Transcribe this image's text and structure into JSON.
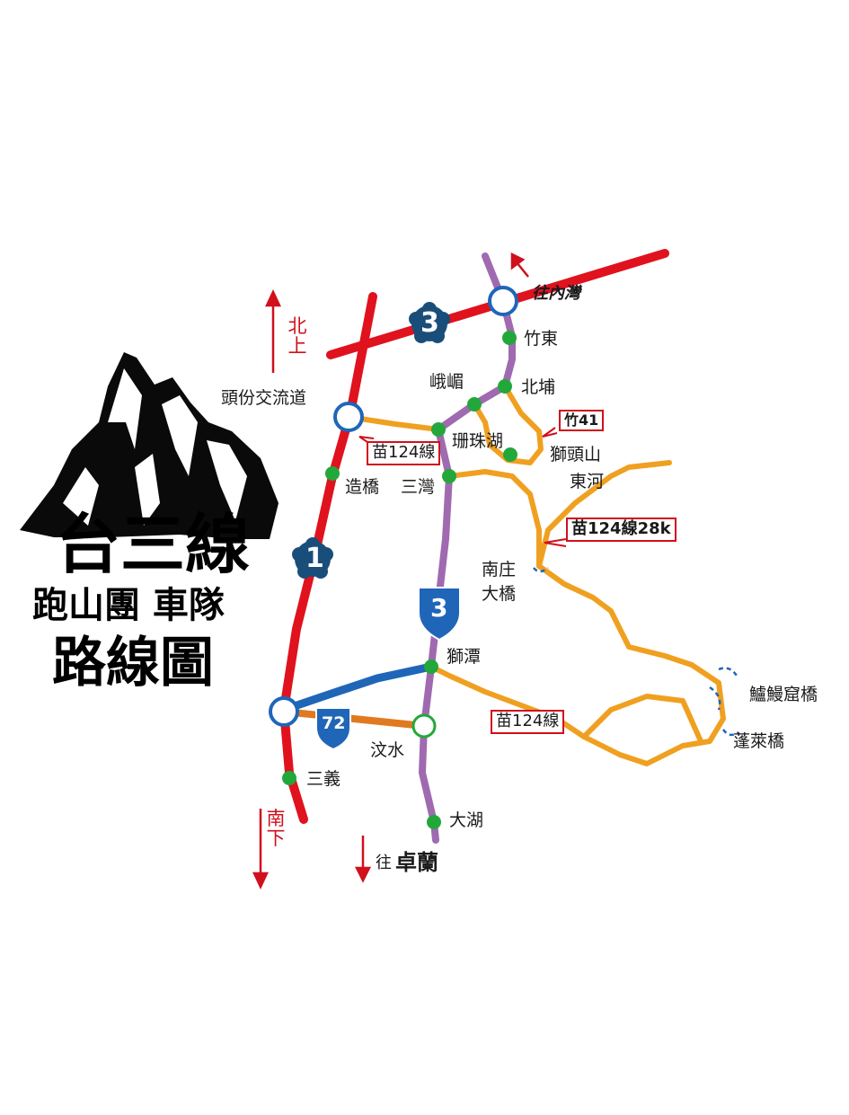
{
  "title": {
    "main": "台三線",
    "sub": "跑山團 車隊",
    "caption": "路線圖"
  },
  "directions": {
    "north": "北上",
    "south": "南下",
    "to_zhuolan": "往",
    "zhuolan": "卓蘭",
    "to_beipu_area": "往內灣"
  },
  "shields": {
    "fwy3": "3",
    "fwy1": "1",
    "prov3": "3",
    "prov72": "72"
  },
  "places": {
    "toufen": "頭份交流道",
    "zhudong": "竹東",
    "emei": "峨嵋",
    "beipu": "北埔",
    "shanzhu_lake": "珊珠湖",
    "zaoqiao": "造橋",
    "sanwan": "三灣",
    "shitoushan": "獅頭山",
    "donghe": "東河",
    "nanzhuang_1": "南庄",
    "nanzhuang_2": "大橋",
    "shitan": "獅潭",
    "wenshui": "汶水",
    "sanyi": "三義",
    "dahu": "大湖",
    "luman_bridge": "鱸鰻窟橋",
    "penglai_bridge": "蓬萊橋"
  },
  "tags": {
    "miao124_a": "苗124線",
    "zhu41": "竹41",
    "miao124_28k": "苗124線28k",
    "miao124_b": "苗124線"
  },
  "colors": {
    "fwy1_red": "#e0121e",
    "fwy3_red": "#e0121e",
    "prov3_purple": "#a06ab0",
    "county_orange": "#f0a020",
    "prov72_blue": "#1f66b8",
    "wenshui_link": "#e07a20",
    "station_green": "#22a83a",
    "shield_navy": "#1a4e7a",
    "arrow_red": "#d0101c"
  }
}
